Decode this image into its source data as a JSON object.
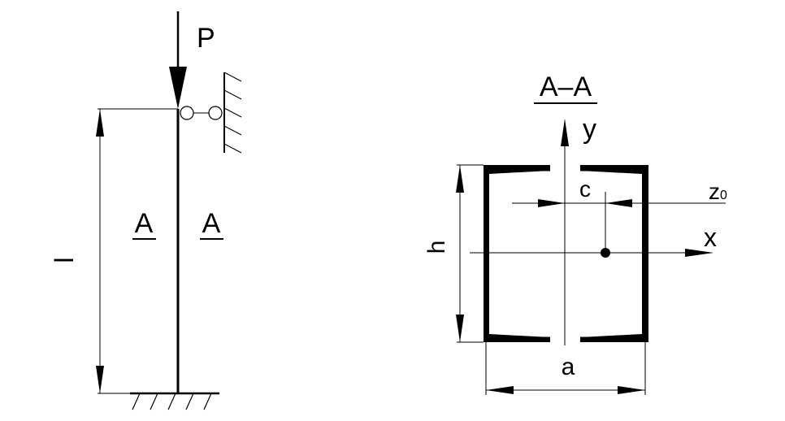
{
  "column": {
    "load_label": "P",
    "length_label": "l",
    "section_mark_left": "A",
    "section_mark_right": "A"
  },
  "section": {
    "title": "A–A",
    "y_axis_label": "y",
    "x_axis_label": "x",
    "z0_label": "z",
    "z0_subscript": "0",
    "offset_label": "c",
    "height_label": "h",
    "width_label": "a"
  },
  "colors": {
    "stroke": "#000000",
    "background": "#ffffff"
  }
}
